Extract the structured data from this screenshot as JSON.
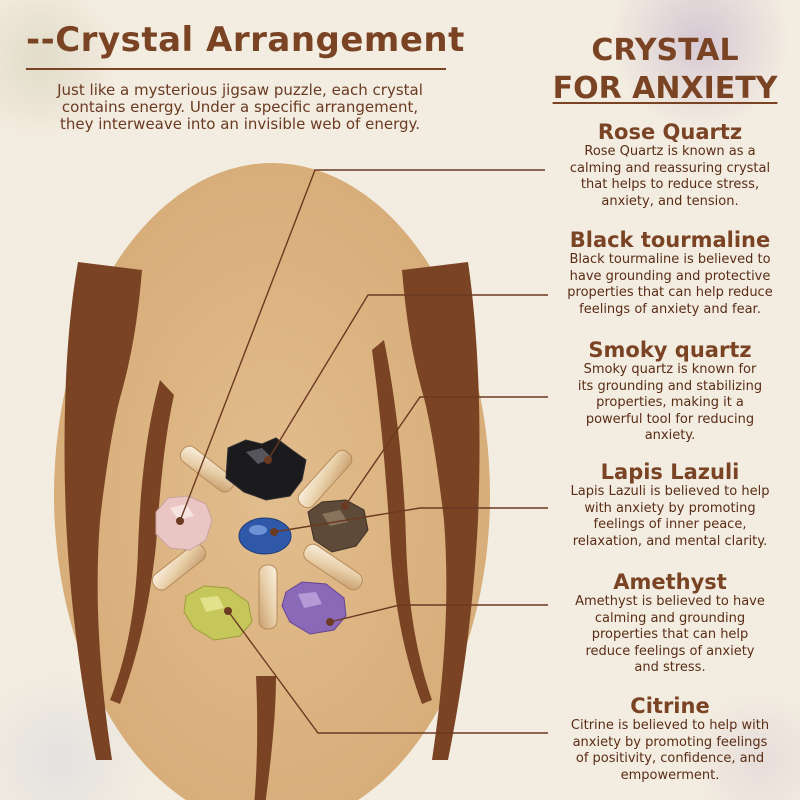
{
  "heading": "--Crystal Arrangement",
  "intro_lines": [
    "Just like a mysterious jigsaw puzzle, each crystal",
    "contains energy. Under a specific arrangement,",
    "they interweave into an invisible web of energy."
  ],
  "right_title": {
    "line1": "CRYSTAL",
    "line2": "FOR ANXIETY"
  },
  "colors": {
    "title": "#7a4424",
    "body_text": "#5a2d16",
    "silhouette": "#7a4424",
    "oval": "#dcb585",
    "background": "#f3ece0"
  },
  "crystals": [
    {
      "name": "Rose Quartz",
      "lines": [
        "Rose Quartz is known as a",
        "calming and reassuring crystal",
        "that helps to reduce stress,",
        "anxiety, and tension."
      ]
    },
    {
      "name": "Black tourmaline",
      "lines": [
        "Black tourmaline is believed to",
        "have grounding and protective",
        "properties that can help reduce",
        "feelings of anxiety and fear."
      ]
    },
    {
      "name": "Smoky quartz",
      "lines": [
        "Smoky quartz is known for",
        "its grounding and stabilizing",
        "properties, making it a",
        "powerful tool for reducing",
        "anxiety."
      ]
    },
    {
      "name": "Lapis Lazuli",
      "lines": [
        "Lapis Lazuli is believed to help",
        "with anxiety by promoting",
        "feelings of inner peace,",
        "relaxation, and mental clarity."
      ]
    },
    {
      "name": "Amethyst",
      "lines": [
        "Amethyst is believed to have",
        "calming and grounding",
        "properties that can help",
        "reduce feelings of anxiety",
        "and stress."
      ]
    },
    {
      "name": "Citrine",
      "lines": [
        "Citrine is believed to help with",
        "anxiety by promoting feelings",
        "of positivity, confidence, and",
        "empowerment."
      ]
    }
  ]
}
